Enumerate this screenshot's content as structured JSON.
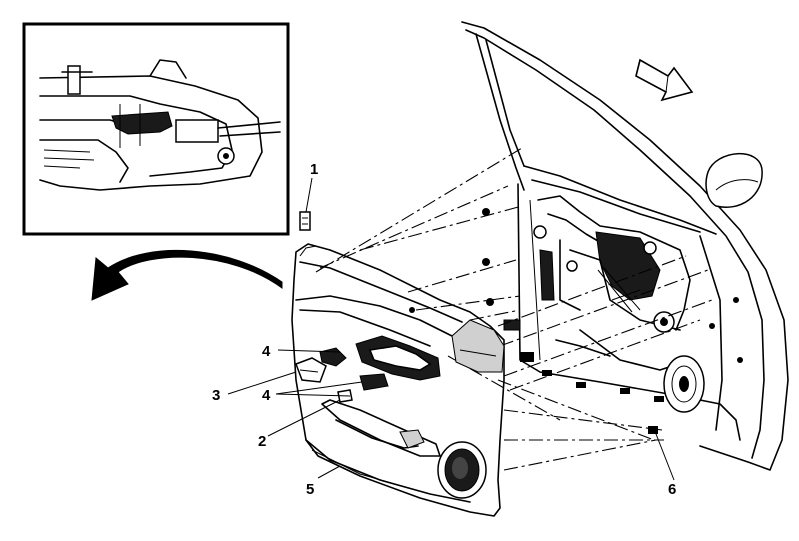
{
  "callouts": {
    "c1": "1",
    "c2": "2",
    "c3": "3",
    "c4a": "4",
    "c4b": "4",
    "c5": "5",
    "c6": "6"
  },
  "icons": {
    "direction_arrow": "forward-arrow-icon",
    "curved_arrow": "curved-arrow-icon"
  }
}
